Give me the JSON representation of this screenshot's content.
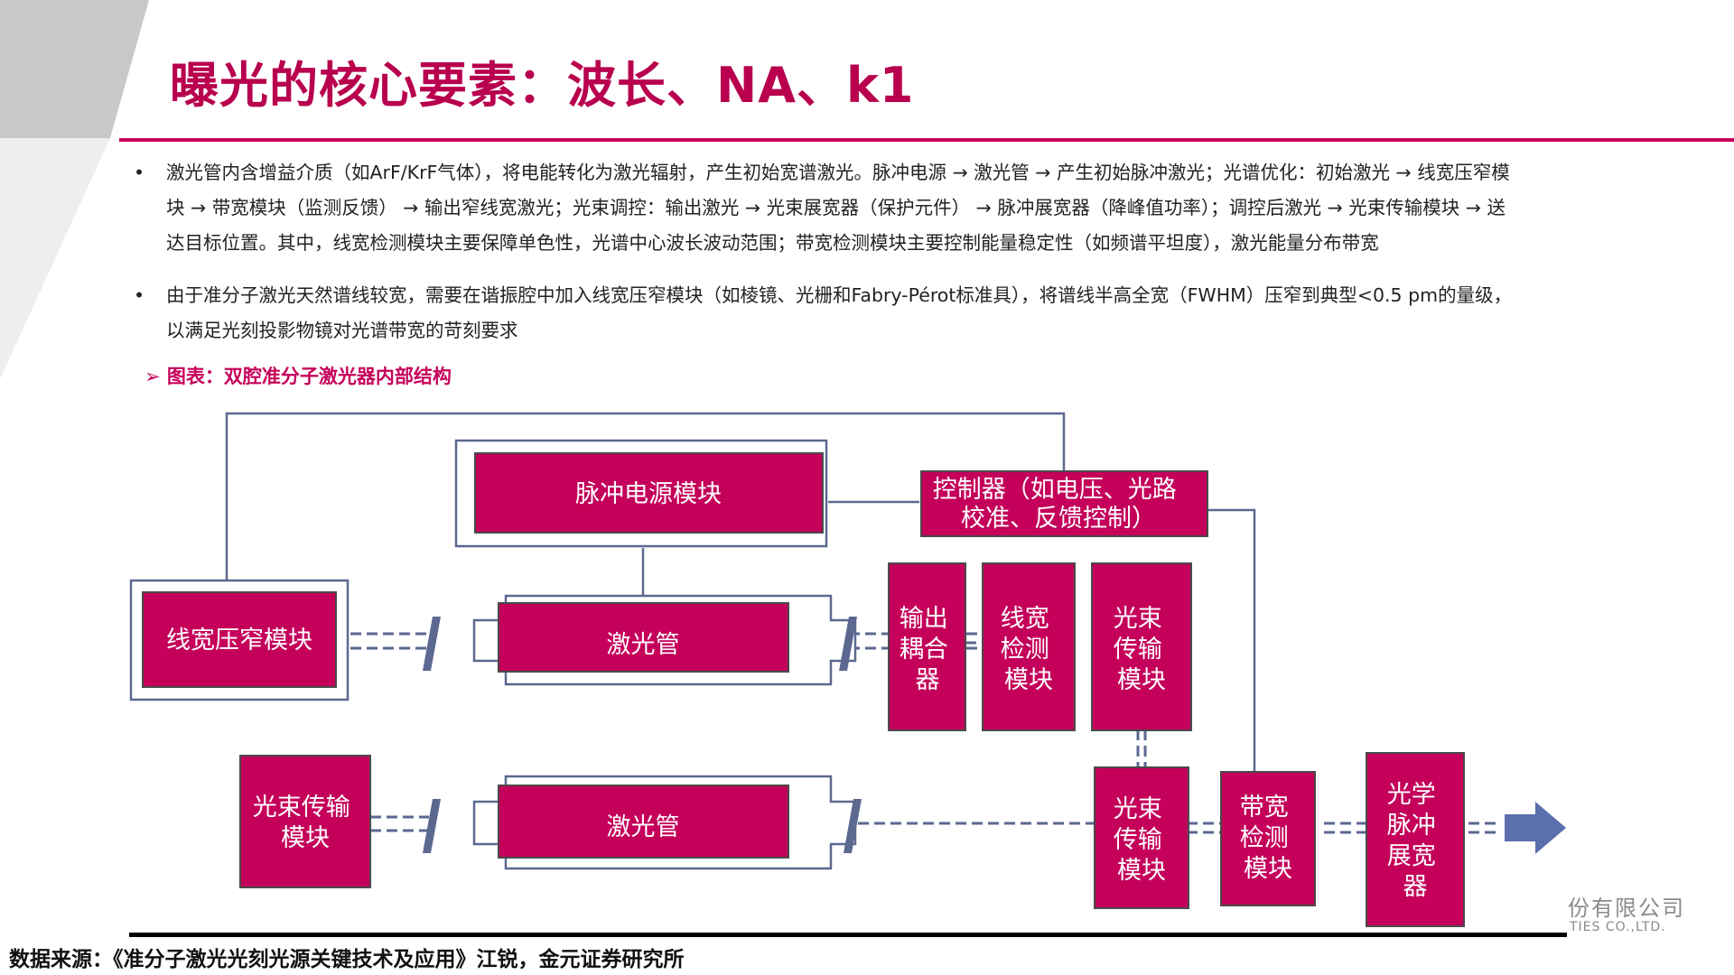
{
  "slide": {
    "title": "曝光的核心要素：波长、NA、k1",
    "bullet_symbol": "•",
    "bullets": [
      [
        "激光管内含增益介质（如ArF/KrF气体），将电能转化为激光辐射，产生初始宽谱激光。脉冲电源 → 激光管 → 产生初始脉冲激光；光谱优化：初始激光 → 线宽压窄模",
        "块 → 带宽模块（监测反馈） → 输出窄线宽激光；光束调控：输出激光 → 光束展宽器（保护元件） → 脉冲展宽器（降峰值功率）；调控后激光 → 光束传输模块 → 送",
        "达目标位置。其中，线宽检测模块主要保障单色性，光谱中心波长波动范围；带宽检测模块主要控制能量稳定性（如频谱平坦度），激光能量分布带宽"
      ],
      [
        "由于准分子激光天然谱线较宽，需要在谐振腔中加入线宽压窄模块（如棱镜、光栅和Fabry-Pérot标准具），将谱线半高全宽（FWHM）压窄到典型<0.5  pm的量级，",
        "以满足光刻投影物镜对光谱带宽的苛刻要求"
      ]
    ],
    "figure_caption": "➢ 图表：双腔准分子激光器内部结构",
    "watermark_line1": "份有限公司",
    "watermark_line2": "TIES  CO.,LTD.",
    "source_note": "数据来源：《准分子激光光刻光源关键技术及应用》江锐，金元证券研究所"
  },
  "diagram": {
    "blocks": {
      "pulse_power": [
        "脉冲电源模块"
      ],
      "controller": [
        "控制器（如电压、光路",
        "校准、反馈控制）"
      ],
      "line_narrowing": [
        "线宽压窄模块"
      ],
      "laser_tube_1": [
        "激光管"
      ],
      "output_coupler": [
        "输出",
        "耦合",
        "器"
      ],
      "linewidth_monitor": [
        "线宽",
        "检测",
        "模块"
      ],
      "beam_delivery_1": [
        "光束",
        "传输",
        "模块"
      ],
      "beam_delivery_left": [
        "光束传输",
        "模块"
      ],
      "laser_tube_2": [
        "激光管"
      ],
      "beam_delivery_2": [
        "光束",
        "传输",
        "模块"
      ],
      "bandwidth_monitor": [
        "带宽",
        "检测",
        "模块"
      ],
      "pulse_stretcher": [
        "光学",
        "脉冲",
        "展宽",
        "器"
      ]
    }
  },
  "colors": {
    "accent": "#c6005a",
    "block_fill": "#c4005a",
    "frame_border": "#5b6890",
    "arrow": "#5b6fae",
    "deco_gray": "#c8c8c8"
  }
}
